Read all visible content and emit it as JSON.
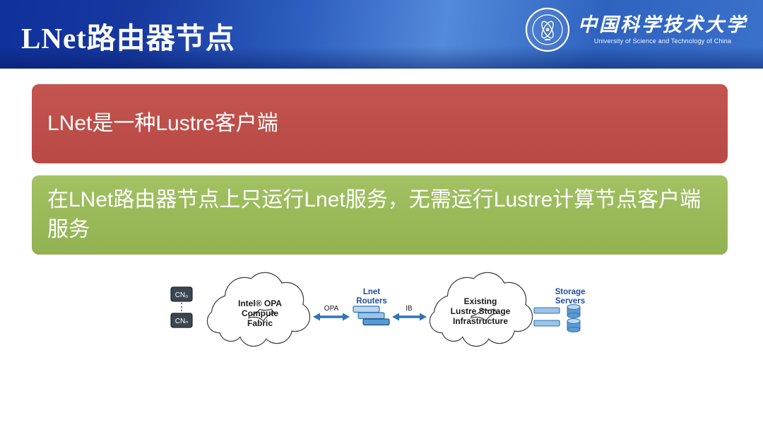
{
  "header": {
    "title": "LNet路由器节点",
    "logo": {
      "cn": "中国科学技术大学",
      "en": "University of Science and Technology of China"
    }
  },
  "callouts": {
    "red_text": "LNet是一种Lustre客户端",
    "green_text": "在LNet路由器节点上只运行Lnet服务，无需运行Lustre计算节点客户端服务"
  },
  "diagram": {
    "cn_node_top": "CN₀",
    "cn_node_bottom": "CNₙ",
    "cloud_left_lines": [
      "Intel® OPA",
      "Compute",
      "Fabric"
    ],
    "arrow_left_label": "OPA",
    "routers_label_lines": [
      "Lnet",
      "Routers"
    ],
    "arrow_right_label": "IB",
    "cloud_right_lines": [
      "Existing",
      "Lustre Storage",
      "Infrastructure"
    ],
    "storage_label_lines": [
      "Storage",
      "Servers"
    ]
  },
  "colors": {
    "header_blue": "#1d4db4",
    "red_box": "#be4b48",
    "green_box": "#9bbb59",
    "diagram_blue": "#2e75b6",
    "label_blue": "#1f4e96"
  }
}
